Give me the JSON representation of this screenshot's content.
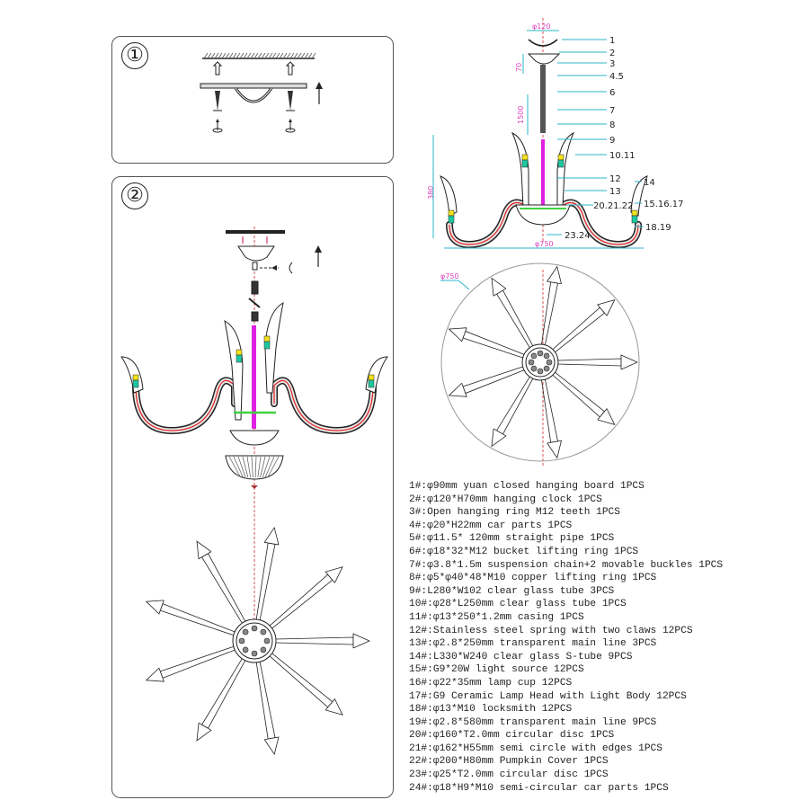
{
  "steps": [
    {
      "number": "①",
      "name": "step-1-mount-bracket"
    },
    {
      "number": "②",
      "name": "step-2-hang-and-assemble"
    }
  ],
  "dimensions": {
    "canopy_diameter": "φ120",
    "canopy_height": "70",
    "chain_length": "1500",
    "body_height": "380",
    "overall_diameter": "φ750",
    "top_view_diameter": "φ750"
  },
  "callouts": [
    "1",
    "2",
    "3",
    "4.5",
    "6",
    "7",
    "8",
    "9",
    "10.11",
    "12",
    "13",
    "14",
    "15.16.17",
    "20.21.22",
    "18.19",
    "23.24"
  ],
  "parts": [
    "1#:φ90mm yuan closed hanging board 1PCS",
    "2#:φ120*H70mm hanging clock 1PCS",
    "3#:Open hanging ring M12 teeth 1PCS",
    "4#:φ20*H22mm car parts 1PCS",
    "5#:φ11.5* 120mm straight pipe 1PCS",
    "6#:φ18*32*M12 bucket lifting ring 1PCS",
    "7#:φ3.8*1.5m suspension chain+2 movable buckles 1PCS",
    "8#:φ5*φ40*48*M10 copper lifting ring 1PCS",
    "9#:L280*W102 clear glass tube 3PCS",
    "10#:φ28*L250mm clear glass tube 1PCS",
    "11#:φ13*250*1.2mm casing 1PCS",
    "12#:Stainless steel spring with two claws 12PCS",
    "13#:φ2.8*250mm transparent main line 3PCS",
    "14#:L330*W240 clear glass S-tube 9PCS",
    "15#:G9*20W light source 12PCS",
    "16#:φ22*35mm lamp cup 12PCS",
    "17#:G9 Ceramic Lamp Head with Light Body 12PCS",
    "18#:φ13*M10 locksmith 12PCS",
    "19#:φ2.8*580mm transparent main line 9PCS",
    "20#:φ160*T2.0mm circular disc 1PCS",
    "21#:φ162*H55mm semi circle with edges 1PCS",
    "22#:φ200*H80mm Pumpkin Cover 1PCS",
    "23#:φ25*T2.0mm circular disc 1PCS",
    "24#:φ18*H9*M10 semi-circular car parts 1PCS"
  ],
  "colors": {
    "line": "#222222",
    "leader": "#29b6c8",
    "dimension_text": "#e040c0",
    "center_axis": "#d9534f",
    "wire_red": "#e02020",
    "tube_magenta": "#e020e0",
    "bulb_yellow": "#f4e21a",
    "socket_green": "#1ec8a0",
    "disc_green": "#40d040"
  }
}
